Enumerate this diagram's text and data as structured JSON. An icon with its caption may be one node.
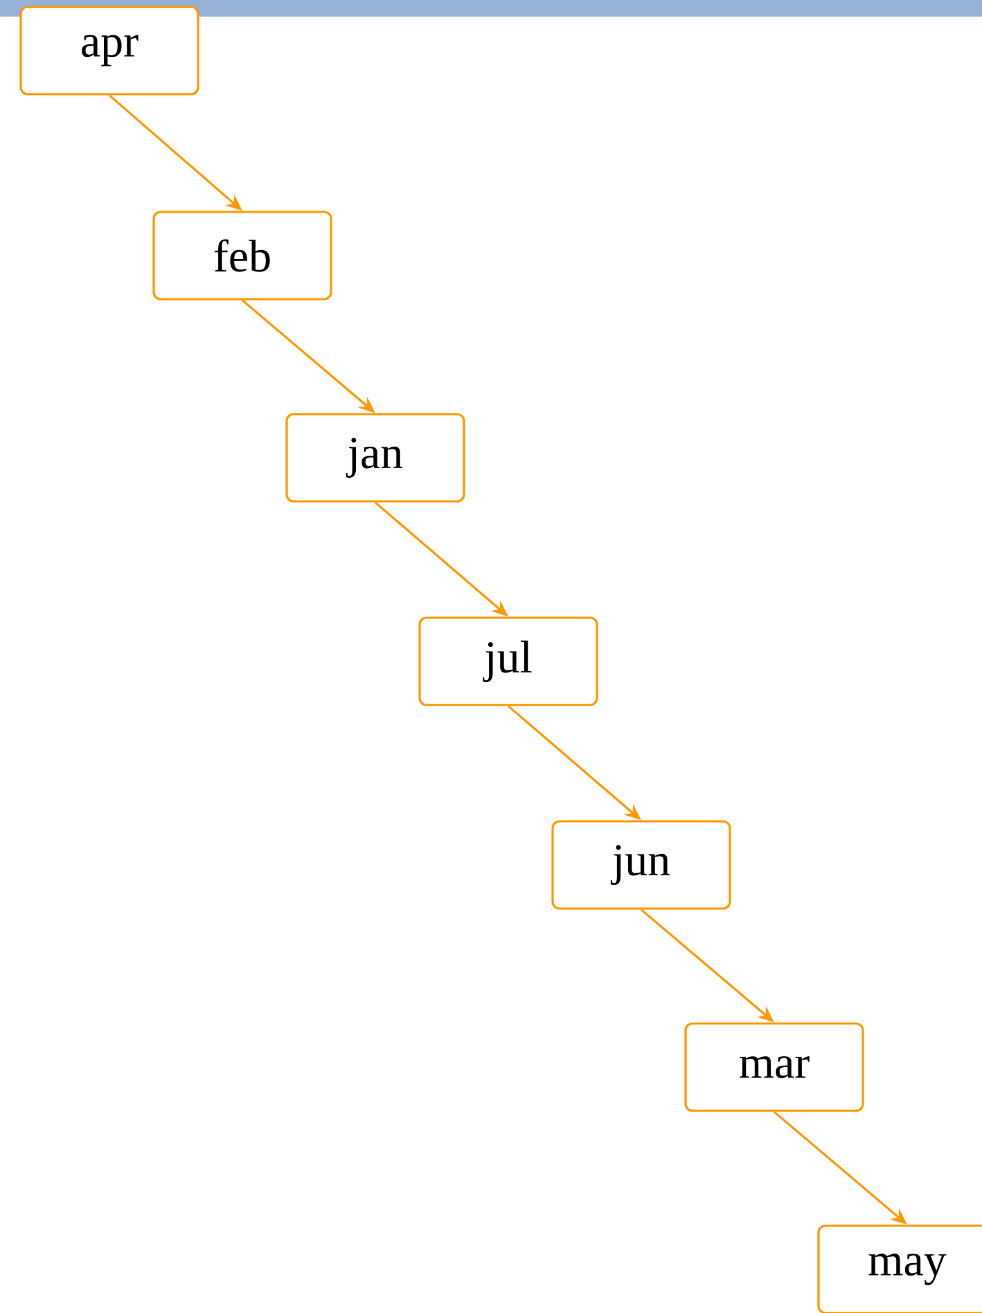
{
  "diagram": {
    "nodes": [
      {
        "text": [
          "apr"
        ]
      },
      {
        "text": [
          "feb"
        ]
      },
      {
        "text": [
          "jan"
        ]
      },
      {
        "text": [
          "jul"
        ]
      },
      {
        "text": [
          "jun"
        ]
      },
      {
        "text": [
          "mar"
        ]
      },
      {
        "text": [
          "may"
        ]
      }
    ],
    "edges": [
      {
        "from": 0,
        "to": 1,
        "arrow": "to"
      },
      {
        "from": 1,
        "to": 2,
        "arrow": "to"
      },
      {
        "from": 2,
        "to": 3,
        "arrow": "to"
      },
      {
        "from": 3,
        "to": 4,
        "arrow": "to"
      },
      {
        "from": 4,
        "to": 5,
        "arrow": "to"
      },
      {
        "from": 5,
        "to": 6,
        "arrow": "to"
      }
    ]
  }
}
